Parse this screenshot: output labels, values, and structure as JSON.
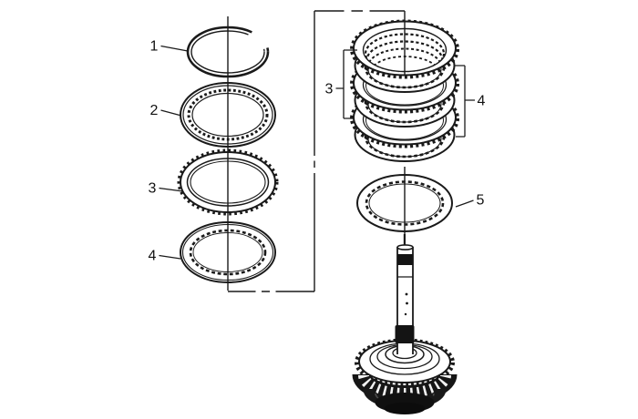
{
  "figure": {
    "background": "#ffffff",
    "line_color": "#1a1a1a",
    "callouts": [
      {
        "label": "1"
      },
      {
        "label": "2"
      },
      {
        "label": "3"
      },
      {
        "label": "4"
      },
      {
        "label": "3"
      },
      {
        "label": "4"
      },
      {
        "label": "5"
      }
    ]
  }
}
